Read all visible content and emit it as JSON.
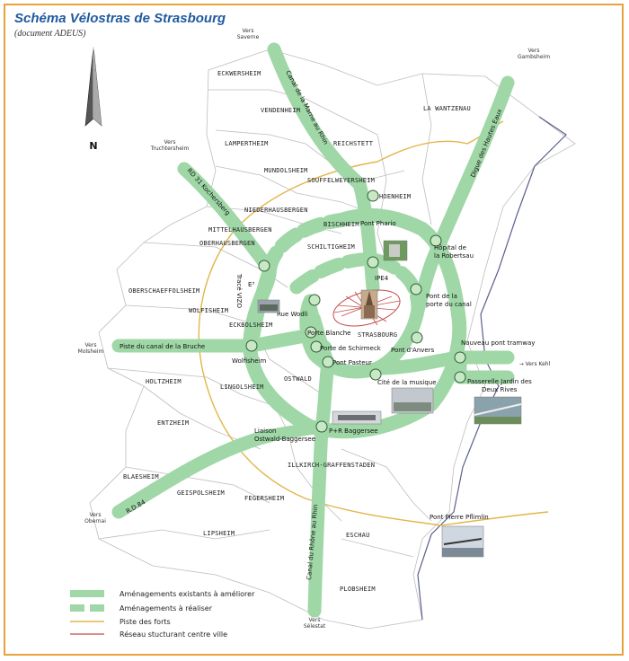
{
  "header": {
    "title": "Schéma Vélostras de Strasbourg",
    "subtitle": "(document ADEUS)"
  },
  "compass": {
    "label": "N"
  },
  "communes": [
    {
      "id": "eckwersheim",
      "name": "ECKWERSHEIM"
    },
    {
      "id": "vendenheim",
      "name": "VENDENHEIM"
    },
    {
      "id": "lampertheim",
      "name": "LAMPERTHEIM"
    },
    {
      "id": "reichstett",
      "name": "REICHSTETT"
    },
    {
      "id": "la-wantzenau",
      "name": "LA WANTZENAU"
    },
    {
      "id": "mundolsheim",
      "name": "MUNDOLSHEIM"
    },
    {
      "id": "souffelweyersheim",
      "name": "SOUFFELWEYERSHEIM"
    },
    {
      "id": "hoenheim",
      "name": "HOENHEIM"
    },
    {
      "id": "niederhausbergen",
      "name": "NIEDERHAUSBERGEN"
    },
    {
      "id": "bischheim",
      "name": "BISCHHEIM"
    },
    {
      "id": "mittelhausbergen",
      "name": "MITTELHAUSBERGEN"
    },
    {
      "id": "schiltigheim",
      "name": "SCHILTIGHEIM"
    },
    {
      "id": "oberhausbergen",
      "name": "OBERHAUSBERGEN"
    },
    {
      "id": "oberschaeffolsheim",
      "name": "OBERSCHAEFFOLSHEIM"
    },
    {
      "id": "wolfisheim",
      "name": "WOLFISHEIM"
    },
    {
      "id": "eckbolsheim",
      "name": "ECKBOLSHEIM"
    },
    {
      "id": "strasbourg",
      "name": "STRASBOURG"
    },
    {
      "id": "holtzheim",
      "name": "HOLTZHEIM"
    },
    {
      "id": "lingolsheim",
      "name": "LINGOLSHEIM"
    },
    {
      "id": "ostwald",
      "name": "OSTWALD"
    },
    {
      "id": "entzheim",
      "name": "ENTZHEIM"
    },
    {
      "id": "illkirch",
      "name": "ILLKIRCH-GRAFFENSTADEN"
    },
    {
      "id": "blaesheim",
      "name": "BLAESHEIM"
    },
    {
      "id": "geispolsheim",
      "name": "GEISPOLSHEIM"
    },
    {
      "id": "fegersheim",
      "name": "FEGERSHEIM"
    },
    {
      "id": "lipsheim",
      "name": "LIPSHEIM"
    },
    {
      "id": "eschau",
      "name": "ESCHAU"
    },
    {
      "id": "plobsheim",
      "name": "PLOBSHEIM"
    }
  ],
  "destinations": [
    {
      "id": "saverne",
      "line1": "Vers",
      "line2": "Saverne"
    },
    {
      "id": "gambsheim",
      "line1": "Vers",
      "line2": "Gambsheim"
    },
    {
      "id": "truchtersheim",
      "line1": "Vers",
      "line2": "Truchtersheim"
    },
    {
      "id": "molsheim",
      "line1": "Vers",
      "line2": "Molsheim"
    },
    {
      "id": "kehl",
      "line1": "→ Vers Kehl",
      "line2": ""
    },
    {
      "id": "obernai",
      "line1": "Vers",
      "line2": "Obernai"
    },
    {
      "id": "selestat",
      "line1": "Vers",
      "line2": "Sélestat"
    }
  ],
  "routes": {
    "marne_rhin": "Canal de la Marne au Rhin",
    "hautes_eaux": "Digue des Hautes Eaux",
    "rd31": "RD 31 Kochersberg",
    "trace_vizo": "Tracé VIZO",
    "bruche": "Piste du canal de la Bruche",
    "rd84": "R.D.84",
    "rhone_rhin": "Canal du Rhône au Rhin"
  },
  "nodes": {
    "pont_phario": "Pont Phario",
    "hopital": [
      "Hôpital de",
      "la Robertsau"
    ],
    "ipe4": "IPE4",
    "pont_porte_canal": [
      "Pont de la",
      "porte du canal"
    ],
    "e3": "E³",
    "rue_wodli": "Rue Wodli",
    "porte_blanche": "Porte Blanche",
    "porte_schirmeck": "Porte de Schirmeck",
    "pont_pasteur": "Pont Pasteur",
    "pont_anvers": "Pont d'Anvers",
    "nouveau_pont_tramway": "Nouveau pont tramway",
    "wolfisheim": "Wolfisheim",
    "cite_musique": "Cité de la musique",
    "passerelle": [
      "Passerelle Jardin des",
      "Deux Rives"
    ],
    "liaison": [
      "Liaison",
      "Ostwald-Baggersee"
    ],
    "pr_baggersee": "P+R Baggersee",
    "pont_pflimlin": "Pont Pierre Pflimlin"
  },
  "legend": {
    "existing": "Aménagements existants à améliorer",
    "planned": "Aménagements à réaliser",
    "forts": "Piste des forts",
    "reseau": "Réseau stucturant centre ville"
  },
  "colors": {
    "route": "#9fd7a6",
    "node_stroke": "#2f5f36",
    "forts": "#e2b54a",
    "reseau": "#c44a4a",
    "frame": "#e8a23a",
    "title": "#1f5a9e",
    "boundary": "#bdbdbd",
    "border_rhine": "#5a5f8a"
  }
}
